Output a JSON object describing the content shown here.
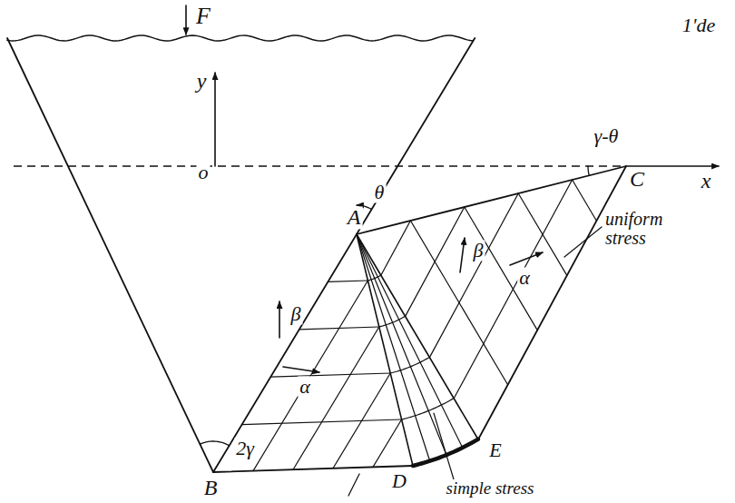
{
  "diagram": {
    "labels": [
      "F",
      "y",
      "o",
      "A",
      "θ",
      "γ-θ",
      "C",
      "x",
      "2γ",
      "B",
      "β",
      "α",
      "β",
      "α",
      "D",
      "E",
      "uniform stress",
      "simple stress",
      "1'de"
    ]
  }
}
